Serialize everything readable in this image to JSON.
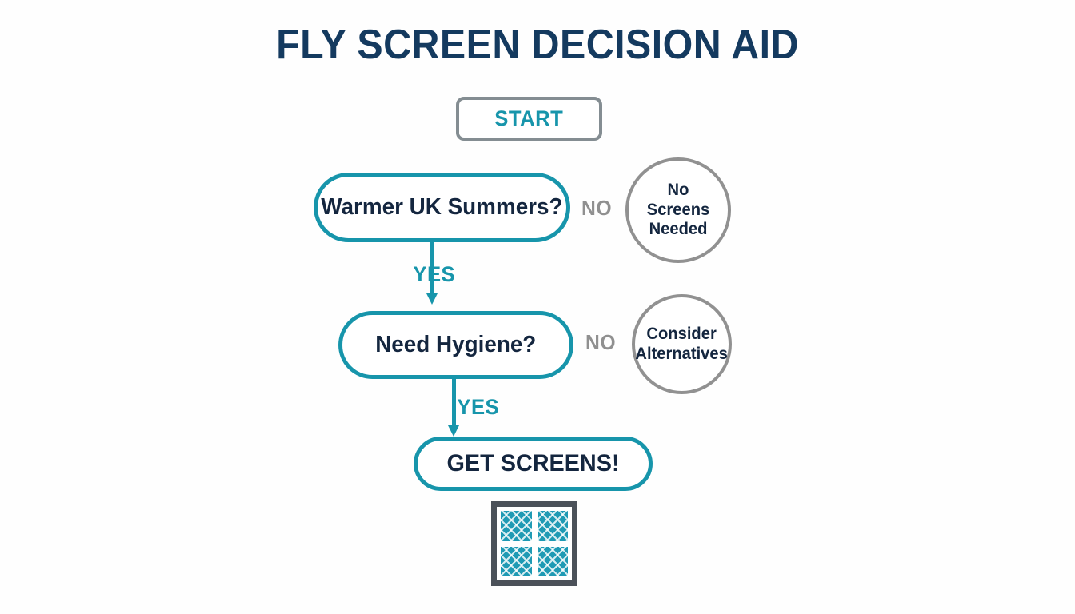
{
  "page": {
    "title": "FLY SCREEN DECISION AID",
    "background_color": "#fefefe"
  },
  "colors": {
    "title_navy": "#143a5f",
    "node_text_navy": "#14263f",
    "teal_accent": "#1795ab",
    "gray_border": "#848d92",
    "gray_label": "#909090",
    "circle_border": "#919191",
    "icon_frame": "#4b5159",
    "mesh_teal": "#1f9ab4"
  },
  "flowchart": {
    "type": "decision-flowchart",
    "start": {
      "label": "START",
      "shape": "rounded-rectangle",
      "border_color": "#848d92",
      "text_color": "#1795ab"
    },
    "decisions": [
      {
        "id": "decision-1",
        "question": "Warmer UK Summers?",
        "shape": "pill",
        "border_color": "#1795ab",
        "yes_label": "YES",
        "no_label": "NO",
        "no_outcome": "No Screens Needed",
        "yes_target": "decision-2"
      },
      {
        "id": "decision-2",
        "question": "Need Hygiene?",
        "shape": "pill",
        "border_color": "#1795ab",
        "yes_label": "YES",
        "no_label": "NO",
        "no_outcome": "Consider Alternatives",
        "yes_target": "terminal"
      }
    ],
    "outcomes": [
      {
        "id": "outcome-1",
        "line_1": "No Screens",
        "line_2": "Needed",
        "shape": "circle",
        "border_color": "#919191"
      },
      {
        "id": "outcome-2",
        "line_1": "Consider",
        "line_2": "Alternatives",
        "shape": "circle",
        "border_color": "#919191"
      }
    ],
    "terminal": {
      "label": "GET SCREENS!",
      "shape": "pill",
      "border_color": "#1795ab",
      "text_color": "#14263f"
    },
    "icon": {
      "name": "fly-screen-window-icon",
      "panes": 4,
      "frame_color": "#4b5159",
      "mesh_color": "#1f9ab4"
    }
  }
}
